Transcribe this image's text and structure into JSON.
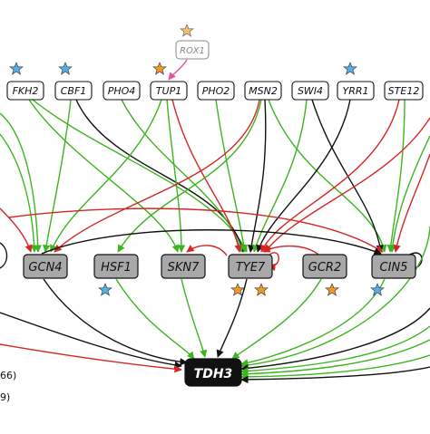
{
  "colors": {
    "activation": "#3cb51f",
    "repression": "#d42626",
    "unknown": "#111111",
    "pink": "#e2559a",
    "white_node_fill": "#ffffff",
    "grey_node_fill": "#a8a8a8",
    "target_fill": "#111111",
    "star_blue": "#55aee8",
    "star_orange": "#f09a26",
    "star_tan": "#f0c26e"
  },
  "regulators_top": [
    "FKH2",
    "CBF1",
    "PHO4",
    "TUP1",
    "PHO2",
    "MSN2",
    "SWI4",
    "YRR1",
    "STE12"
  ],
  "upstream": "ROX1",
  "intermediates": [
    "GCN4",
    "HSF1",
    "SKN7",
    "TYE7",
    "GCR2",
    "CIN5"
  ],
  "target": "TDH3",
  "legend_lines": [
    "66)",
    "9)"
  ]
}
